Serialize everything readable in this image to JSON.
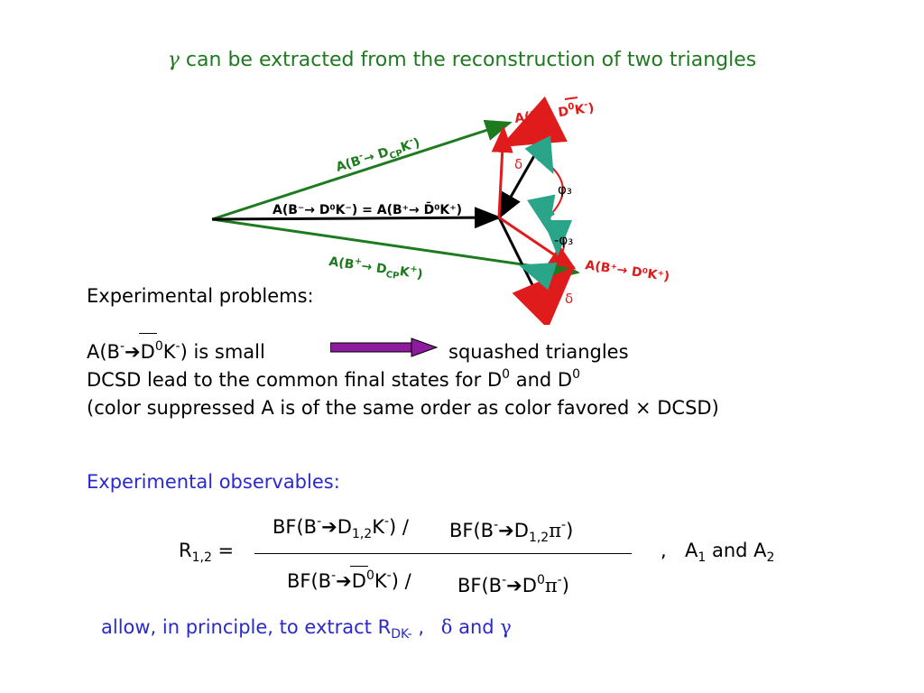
{
  "title": {
    "gamma": "γ",
    "text": " can be extracted from the reconstruction of two triangles"
  },
  "diagram": {
    "label_top": {
      "a": "A(B",
      "sup_minus": "-",
      "arrow": "→ ",
      "d": "D",
      "sup0": "0",
      "k": "K",
      "sup_k": "-",
      "close": ")"
    },
    "label_green_top": {
      "a": "A(B",
      "sup": "-",
      "arrow": "→ D",
      "sub": "CP",
      "k": "K",
      "sup_k": "-",
      "close": ")"
    },
    "label_middle": "A(B⁻→ D⁰K⁻)  = A(B⁺→ D̄⁰K⁺)",
    "label_green_bottom": {
      "a": "A(B",
      "sup": "+",
      "arrow": "→ D",
      "sub": "CP",
      "k": "K",
      "sup_k": "+",
      "close": ")"
    },
    "label_bottom": "A(B⁺→ D⁰K⁺)",
    "delta_top": "δ",
    "phi3": "φ₃",
    "minus_phi3": "-φ₃",
    "delta_bottom": "δ",
    "colors": {
      "green": "#1e7a1e",
      "red": "#e01b1b",
      "teal": "#2aa58a",
      "black": "#000000"
    }
  },
  "problems": {
    "heading": "Experimental problems:",
    "line1_a": "A(B",
    "line1_sup": "-",
    "line1_arrow": "➔",
    "line1_d": "D",
    "line1_d_sup": "0",
    "line1_k": "K",
    "line1_k_sup": "-",
    "line1_rest": ") is small",
    "line1_result": "squashed triangles",
    "line2_a": "DCSD lead to the common final states for D",
    "line2_sup1": "0",
    "line2_and": " and D",
    "line2_sup2": "0",
    "line3": "(color suppressed A is of the same order as color favored × DCSD)",
    "arrow_color": "#8e1a9e"
  },
  "observables": {
    "heading": "Experimental observables:",
    "r_label": "R",
    "r_sub": "1,2",
    "eq": " =",
    "num1": {
      "a": "BF(B",
      "sup": "-",
      "arrow": "➔",
      "d": "D",
      "sub": "1,2",
      "k": "K",
      "sup_k": "-",
      "close": ")",
      "slash": " /"
    },
    "num2": {
      "a": "BF(B",
      "sup": "-",
      "arrow": "➔",
      "d": "D",
      "sub": "1,2",
      "pi": "π",
      "sup_pi": "-",
      "close": ")"
    },
    "den1": {
      "a": "BF(B",
      "sup": "-",
      "arrow": "➔",
      "d": "D",
      "sup0": "0",
      "k": "K",
      "sup_k": "-",
      "close": ")",
      "slash": " /"
    },
    "den2": {
      "a": "BF(B",
      "sup": "-",
      "arrow": "➔",
      "d": "D",
      "sup0": "0",
      "pi": "π",
      "sup_pi": "-",
      "close": ")"
    },
    "comma": ",",
    "a_terms": {
      "a1": "A",
      "sub1": "1",
      "and": " and A",
      "sub2": "2"
    }
  },
  "allow": {
    "text": "allow, in principle, to extract  R",
    "sub": "DK-",
    "comma": " ,",
    "delta": "δ",
    "and": " and ",
    "gamma": "γ"
  }
}
